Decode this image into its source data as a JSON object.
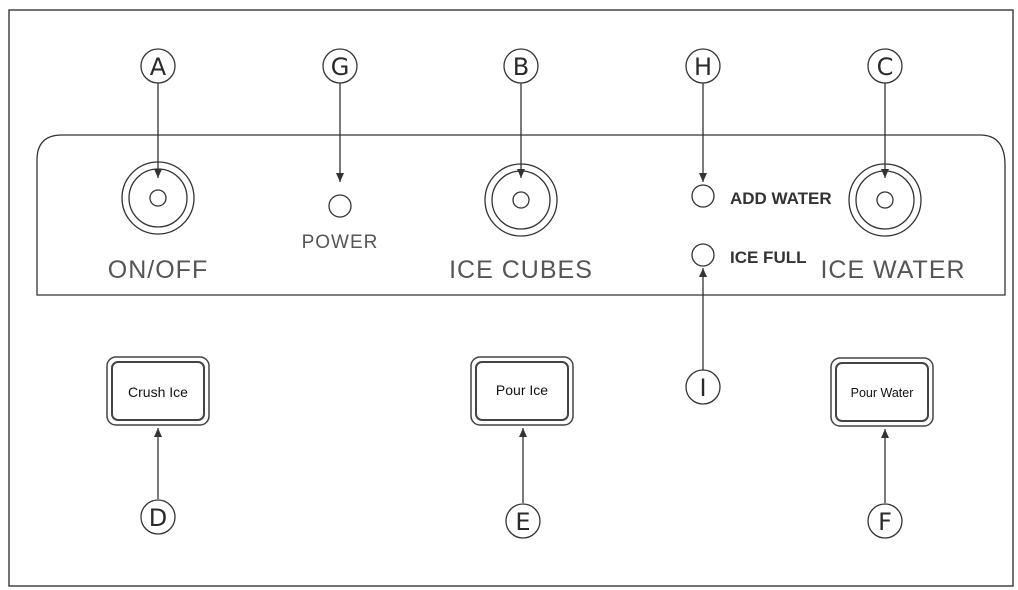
{
  "callouts": {
    "a": "A",
    "g": "G",
    "b": "B",
    "h": "H",
    "c": "C",
    "i": "I",
    "d": "D",
    "e": "E",
    "f": "F"
  },
  "panel": {
    "on_off_label": "ON/OFF",
    "power_label": "POWER",
    "ice_cubes_label": "ICE CUBES",
    "add_water_label": "ADD WATER",
    "ice_full_label": "ICE FULL",
    "ice_water_label": "ICE WATER"
  },
  "buttons": {
    "crush_ice": "Crush Ice",
    "pour_ice": "Pour Ice",
    "pour_water": "Pour Water"
  }
}
